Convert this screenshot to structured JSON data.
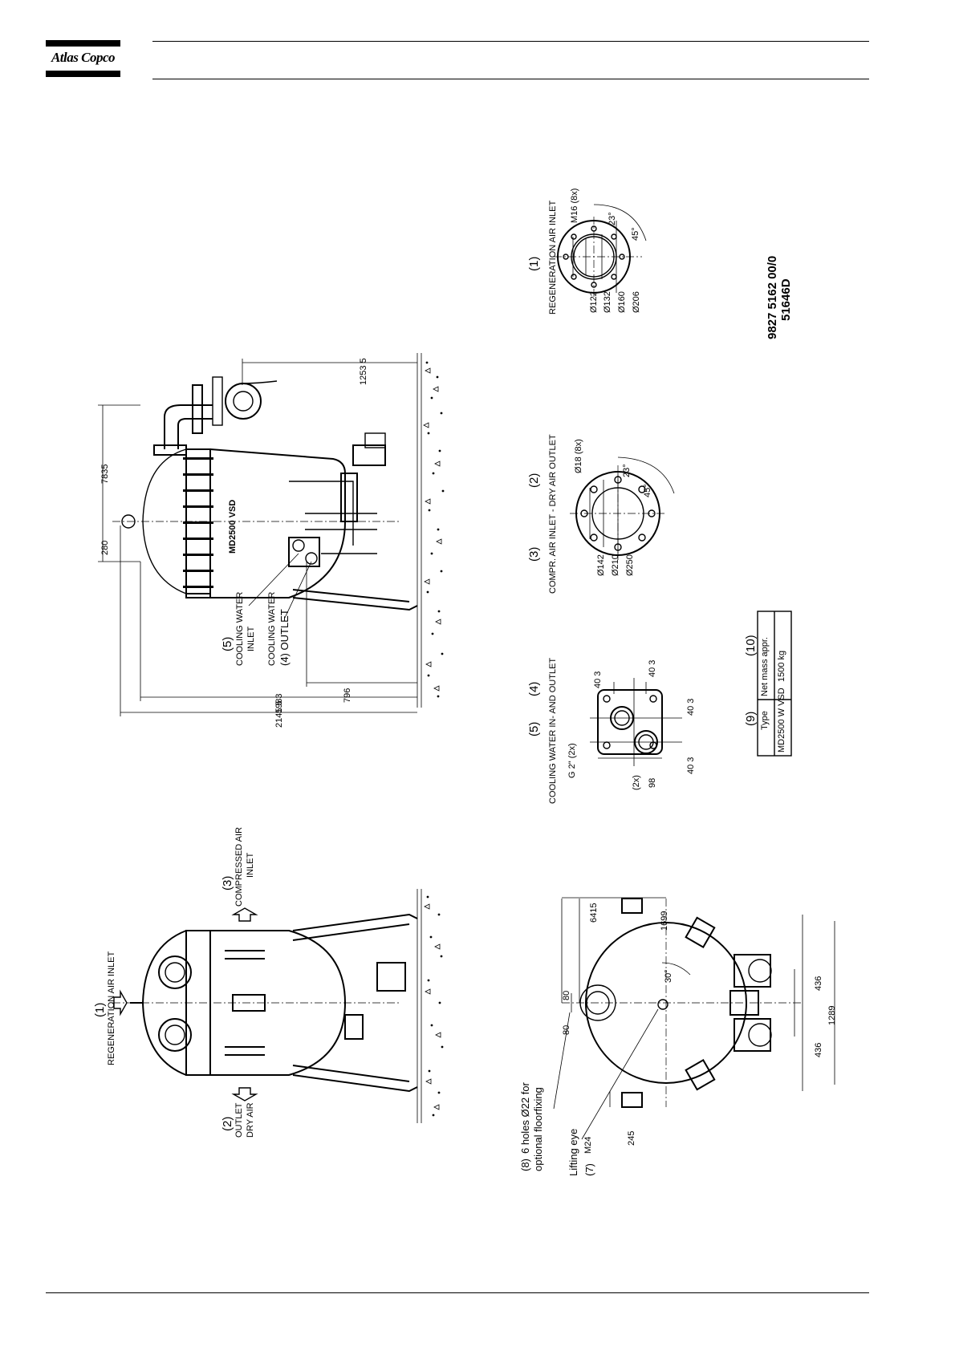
{
  "header": {
    "brand": "Atlas Copco"
  },
  "document": {
    "code_line1": "9827 5162 00/0",
    "code_line2": "51646D"
  },
  "front_view": {
    "regen_air_inlet": {
      "num": "(1)",
      "label": "REGENERATION AIR INLET"
    },
    "compressed_air_inlet": {
      "num": "(3)",
      "line1": "COMPRESSED AIR",
      "line2": "INLET"
    },
    "outlet_dry_air": {
      "num": "(2)",
      "line1": "OUTLET",
      "line2": "DRY AIR"
    }
  },
  "side_view": {
    "cooling_water_inlet": {
      "num": "(5)",
      "line1": "COOLING WATER",
      "line2": "INLET"
    },
    "cooling_water_outlet": {
      "line1": "COOLING WATER",
      "line2": "(4) OUTLET"
    },
    "dims": {
      "d7835": "7835",
      "d280": "280",
      "d12535": "1253 5",
      "d796": "796",
      "d1983": "1983",
      "d21455": "2145 5"
    },
    "nameplate": "MD2500 VSD"
  },
  "top_view": {
    "floorfixing": {
      "num": "(8)",
      "line1": "6 holes Ø22 for",
      "line2": "optional floorfixing"
    },
    "lifting_eye": {
      "num": "(7)",
      "line1": "Lifting eye",
      "line2": "M24"
    },
    "dims": {
      "d80a": "80",
      "d80b": "80",
      "d6415": "6415",
      "d1699": "1699",
      "d245": "245",
      "d436a": "436",
      "d436b": "436",
      "d1289": "1289",
      "d30": "30°"
    }
  },
  "flange1": {
    "num": "(1)",
    "label": "REGENERATION AIR INLET",
    "bolts": "M16 (8x)",
    "a23": "23°",
    "a45": "45°",
    "d122": "Ø122",
    "d132": "Ø132",
    "d160": "Ø160",
    "d206": "Ø206"
  },
  "flange23": {
    "num3": "(3)",
    "num2": "(2)",
    "label": "COMPR. AIR INLET - DRY AIR OUTLET",
    "bolts": "Ø18 (8x)",
    "a23": "23°",
    "a45": "45°",
    "d142": "Ø142",
    "d210": "Ø210",
    "d250": "Ø250"
  },
  "flange45": {
    "num5": "(5)",
    "num4": "(4)",
    "label": "COOLING WATER IN- AND OUTLET",
    "thread": "G 2\" (2x)",
    "d403a": "40 3",
    "d403b": "40 3",
    "d403c": "40 3",
    "d403d": "40 3",
    "d2x": "(2x)",
    "d98": "98"
  },
  "mass_table": {
    "num9": "(9)",
    "num10": "(10)",
    "headers": [
      "Type",
      "Net mass appr."
    ],
    "rows": [
      [
        "MD2500 W VSD",
        "1500 kg"
      ]
    ]
  }
}
